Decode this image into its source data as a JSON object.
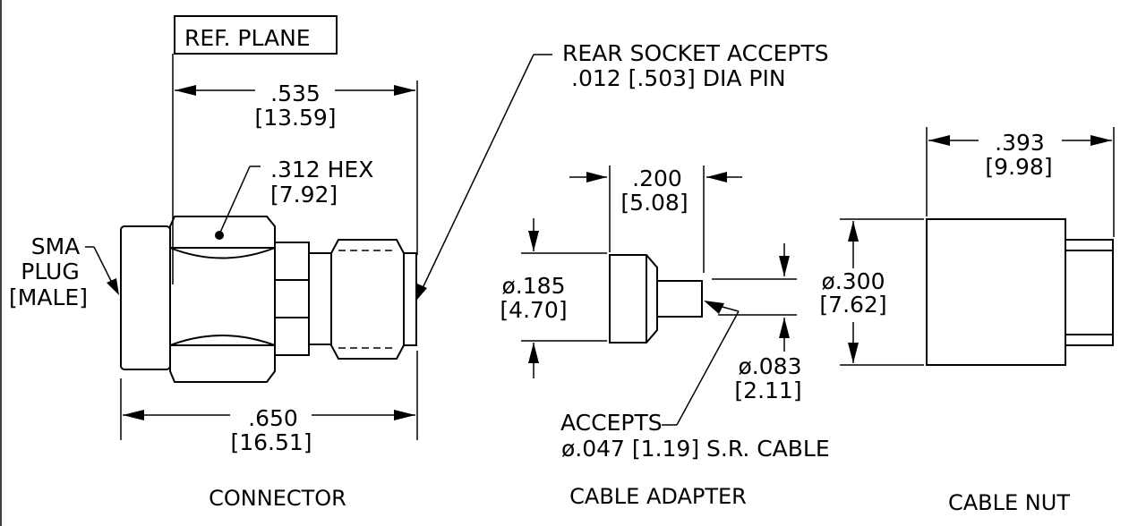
{
  "colors": {
    "line": "#000000",
    "background": "#ffffff"
  },
  "connector": {
    "ref_plane": "REF. PLANE",
    "len_in": ".535",
    "len_mm": "[13.59]",
    "hex_in": ".312 HEX",
    "hex_mm": "[7.92]",
    "sma_l1": "SMA",
    "sma_l2": "PLUG",
    "sma_l3": "[MALE]",
    "rear_l1": "REAR SOCKET ACCEPTS",
    "rear_l2": ".012 [.503] DIA PIN",
    "total_in": ".650",
    "total_mm": "[16.51]",
    "caption": "CONNECTOR"
  },
  "adapter": {
    "len_in": ".200",
    "len_mm": "[5.08]",
    "dia_in": "ø.185",
    "dia_mm": "[4.70]",
    "pin_in": "ø.083",
    "pin_mm": "[2.11]",
    "accepts_l1": "ACCEPTS",
    "accepts_l2": "ø.047 [1.19] S.R. CABLE",
    "caption": "CABLE ADAPTER"
  },
  "nut": {
    "len_in": ".393",
    "len_mm": "[9.98]",
    "dia_in": "ø.300",
    "dia_mm": "[7.62]",
    "caption": "CABLE NUT"
  }
}
